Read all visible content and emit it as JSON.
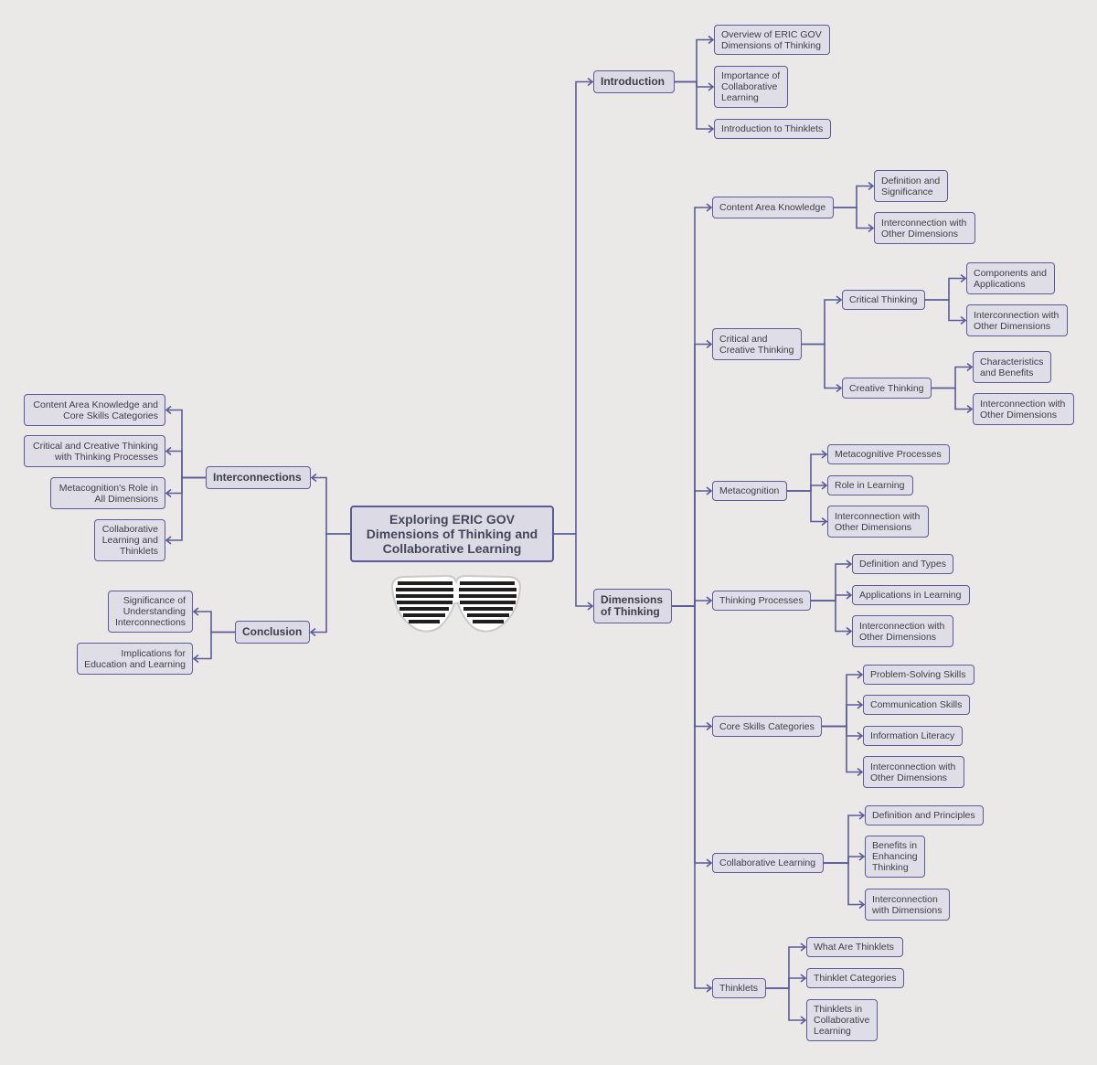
{
  "root": {
    "label": "Exploring ERIC GOV Dimensions of Thinking and Collaborative Learning"
  },
  "branches": {
    "introduction": {
      "label": "Introduction",
      "children": [
        "Overview of ERIC GOV Dimensions of Thinking",
        "Importance of Collaborative Learning",
        "Introduction to Thinklets"
      ]
    },
    "dimensions": {
      "label": "Dimensions of Thinking",
      "content_area": {
        "label": "Content Area Knowledge",
        "children": [
          "Definition and Significance",
          "Interconnection with Other Dimensions"
        ]
      },
      "critical_creative": {
        "label": "Critical and Creative Thinking",
        "critical": {
          "label": "Critical Thinking",
          "children": [
            "Components and Applications",
            "Interconnection with Other Dimensions"
          ]
        },
        "creative": {
          "label": "Creative Thinking",
          "children": [
            "Characteristics and Benefits",
            "Interconnection with Other Dimensions"
          ]
        }
      },
      "metacognition": {
        "label": "Metacognition",
        "children": [
          "Metacognitive Processes",
          "Role in Learning",
          "Interconnection with Other Dimensions"
        ]
      },
      "thinking_processes": {
        "label": "Thinking Processes",
        "children": [
          "Definition and Types",
          "Applications in Learning",
          "Interconnection with Other Dimensions"
        ]
      },
      "core_skills": {
        "label": "Core Skills Categories",
        "children": [
          "Problem-Solving Skills",
          "Communication Skills",
          "Information Literacy",
          "Interconnection with Other Dimensions"
        ]
      },
      "collaborative": {
        "label": "Collaborative Learning",
        "children": [
          "Definition and Principles",
          "Benefits in Enhancing Thinking",
          "Interconnection with Dimensions"
        ]
      },
      "thinklets": {
        "label": "Thinklets",
        "children": [
          "What Are Thinklets",
          "Thinklet Categories",
          "Thinklets in Collaborative Learning"
        ]
      }
    },
    "interconnections": {
      "label": "Interconnections",
      "children": [
        "Content Area Knowledge and Core Skills Categories",
        "Critical and Creative Thinking with Thinking Processes",
        "Metacognition's Role in All Dimensions",
        "Collaborative Learning and Thinklets"
      ]
    },
    "conclusion": {
      "label": "Conclusion",
      "children": [
        "Significance of Understanding Interconnections",
        "Implications for Education and Learning"
      ]
    }
  },
  "colors": {
    "line": "#5b5b9a",
    "node_fill": "#dfdde6",
    "background": "#ebe9e7"
  },
  "icons": {
    "root_illustration": "shutter-shades-icon"
  }
}
